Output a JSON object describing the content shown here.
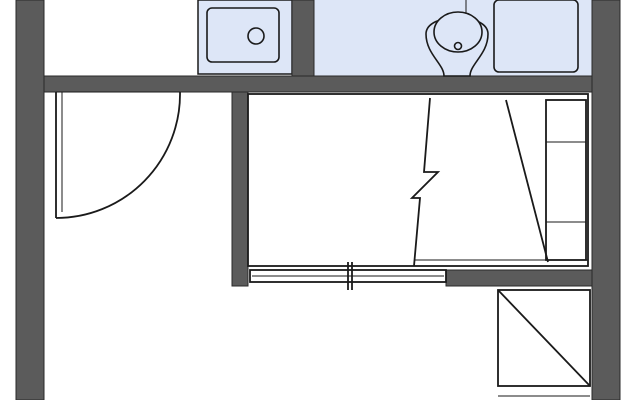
{
  "plan": {
    "colors": {
      "wall": "#5b5b5b",
      "wall_edge": "#2a2a2a",
      "wet_area": "#dde6f7",
      "fixture_fill": "#dde6f7",
      "line": "#1a1a1a",
      "floor": "#ffffff"
    },
    "rooms": [
      "kitchen-counter",
      "bathroom",
      "entrance",
      "closet",
      "main-room",
      "storage"
    ],
    "fixtures": [
      "sink",
      "toilet",
      "bathtub",
      "entrance-door",
      "closet-curtain",
      "sliding-door",
      "storage-shelf"
    ]
  }
}
